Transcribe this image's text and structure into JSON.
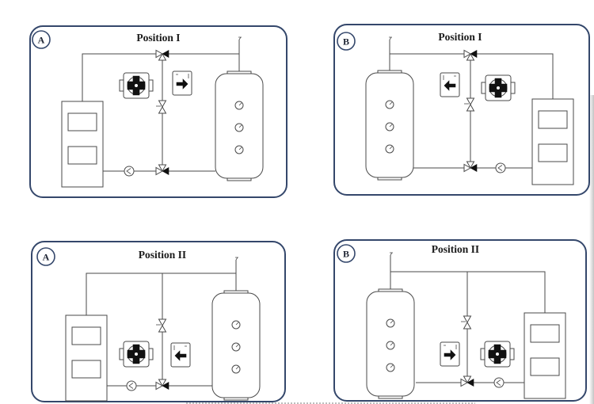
{
  "panels": [
    {
      "letter": "A",
      "title": "Position I"
    },
    {
      "letter": "B",
      "title": "Position I"
    },
    {
      "letter": "A",
      "title": "Position II"
    },
    {
      "letter": "B",
      "title": "Position II"
    }
  ],
  "colors": {
    "border": "#34476b",
    "line": "#4a4a4a",
    "paper": "#ffffff"
  },
  "icons": [
    "boiler",
    "storage-tank",
    "circulation-pump-icon",
    "three-way-valve-icon",
    "check-valve-icon",
    "valve-actuator-icon",
    "flow-direction-arrow-icon",
    "air-vent-icon",
    "pressure-gauge-icon"
  ]
}
